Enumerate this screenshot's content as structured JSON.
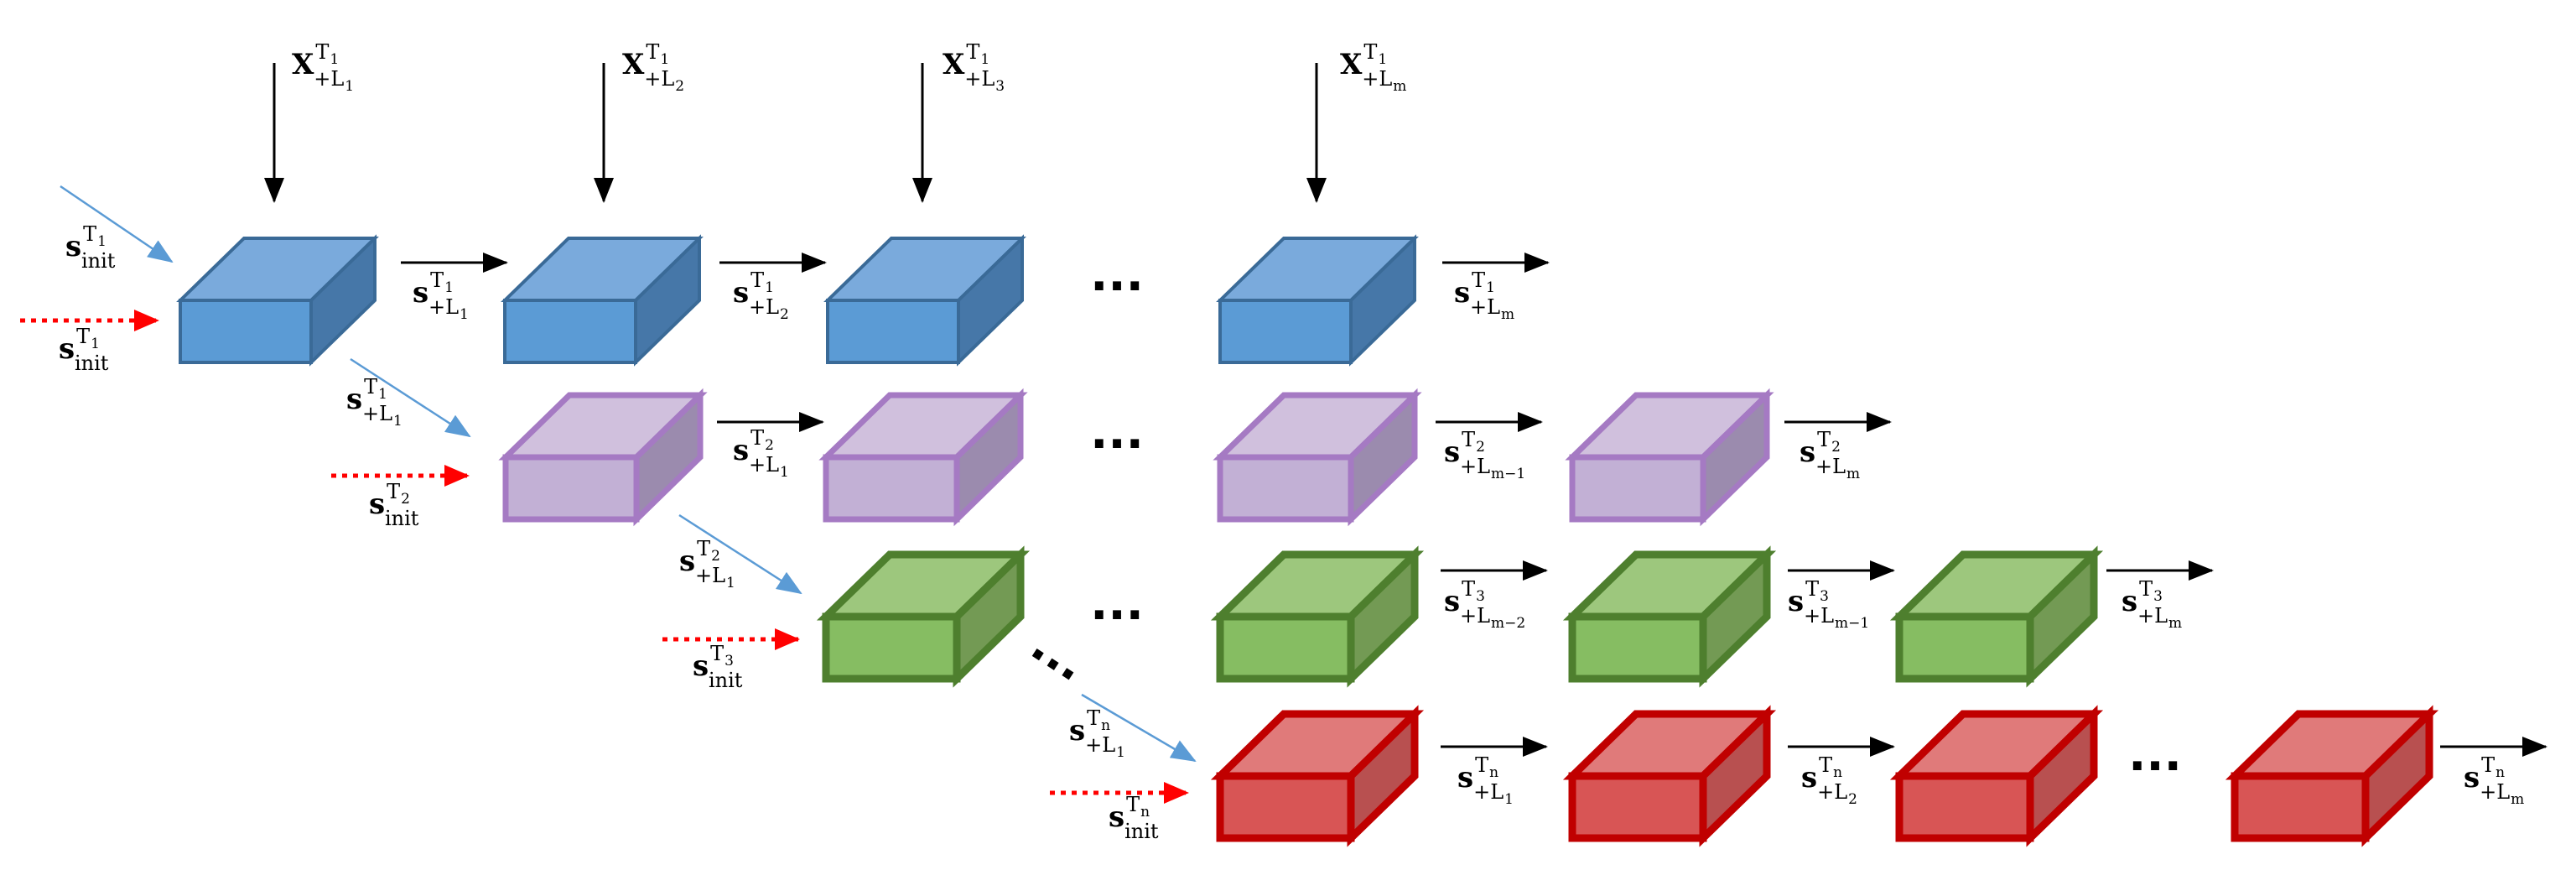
{
  "colors": {
    "blue_top": "#7aaadc",
    "blue_front": "#5b9bd5",
    "blue_side": "#4677a8",
    "blue_stroke": "#3a6a97",
    "purple_top": "#d0c0dd",
    "purple_front": "#c2b0d5",
    "purple_side": "#9b8bae",
    "purple_stroke": "#a57ac3",
    "green_top": "#9dc77d",
    "green_front": "#86bd62",
    "green_side": "#739a54",
    "green_stroke": "#4e7f2e",
    "red_top": "#e07a7a",
    "red_front": "#d85555",
    "red_side": "#b85050",
    "red_stroke": "#c00000",
    "arrow_black": "#000000",
    "arrow_blue": "#5b9bd5",
    "arrow_red": "#ff0000"
  },
  "labels": {
    "x1": {
      "base": "X",
      "sup": "T",
      "supsub": "1",
      "sub": "+L",
      "subsub": "1"
    },
    "x2": {
      "base": "X",
      "sup": "T",
      "supsub": "1",
      "sub": "+L",
      "subsub": "2"
    },
    "x3": {
      "base": "X",
      "sup": "T",
      "supsub": "1",
      "sub": "+L",
      "subsub": "3"
    },
    "xm": {
      "base": "X",
      "sup": "T",
      "supsub": "1",
      "sub": "+L",
      "subsub": "m"
    },
    "s_init_t1_a": {
      "base": "s",
      "sup": "T",
      "supsub": "1",
      "sub": "init",
      "subsub": ""
    },
    "s_init_t1_b": {
      "base": "s",
      "sup": "T",
      "supsub": "1",
      "sub": "init",
      "subsub": ""
    },
    "s_t1_l1": {
      "base": "s",
      "sup": "T",
      "supsub": "1",
      "sub": "+L",
      "subsub": "1"
    },
    "s_t1_l2": {
      "base": "s",
      "sup": "T",
      "supsub": "1",
      "sub": "+L",
      "subsub": "2"
    },
    "s_t1_lm": {
      "base": "s",
      "sup": "T",
      "supsub": "1",
      "sub": "+L",
      "subsub": "m"
    },
    "s_t1_l1_diag": {
      "base": "s",
      "sup": "T",
      "supsub": "1",
      "sub": "+L",
      "subsub": "1"
    },
    "s_init_t2": {
      "base": "s",
      "sup": "T",
      "supsub": "2",
      "sub": "init",
      "subsub": ""
    },
    "s_t2_l1": {
      "base": "s",
      "sup": "T",
      "supsub": "2",
      "sub": "+L",
      "subsub": "1"
    },
    "s_t2_lm1": {
      "base": "s",
      "sup": "T",
      "supsub": "2",
      "sub": "+L",
      "subsub": "m−1"
    },
    "s_t2_lm": {
      "base": "s",
      "sup": "T",
      "supsub": "2",
      "sub": "+L",
      "subsub": "m"
    },
    "s_t2_l1_diag": {
      "base": "s",
      "sup": "T",
      "supsub": "2",
      "sub": "+L",
      "subsub": "1"
    },
    "s_init_t3": {
      "base": "s",
      "sup": "T",
      "supsub": "3",
      "sub": "init",
      "subsub": ""
    },
    "s_t3_lm2": {
      "base": "s",
      "sup": "T",
      "supsub": "3",
      "sub": "+L",
      "subsub": "m−2"
    },
    "s_t3_lm1": {
      "base": "s",
      "sup": "T",
      "supsub": "3",
      "sub": "+L",
      "subsub": "m−1"
    },
    "s_t3_lm": {
      "base": "s",
      "sup": "T",
      "supsub": "3",
      "sub": "+L",
      "subsub": "m"
    },
    "s_tn_l1_diag": {
      "base": "s",
      "sup": "T",
      "supsub": "n",
      "sub": "+L",
      "subsub": "1"
    },
    "s_init_tn": {
      "base": "s",
      "sup": "T",
      "supsub": "n",
      "sub": "init",
      "subsub": ""
    },
    "s_tn_l1": {
      "base": "s",
      "sup": "T",
      "supsub": "n",
      "sub": "+L",
      "subsub": "1"
    },
    "s_tn_l2": {
      "base": "s",
      "sup": "T",
      "supsub": "n",
      "sub": "+L",
      "subsub": "2"
    },
    "s_tn_lm": {
      "base": "s",
      "sup": "T",
      "supsub": "n",
      "sub": "+L",
      "subsub": "m"
    }
  },
  "ellipsis": "···"
}
